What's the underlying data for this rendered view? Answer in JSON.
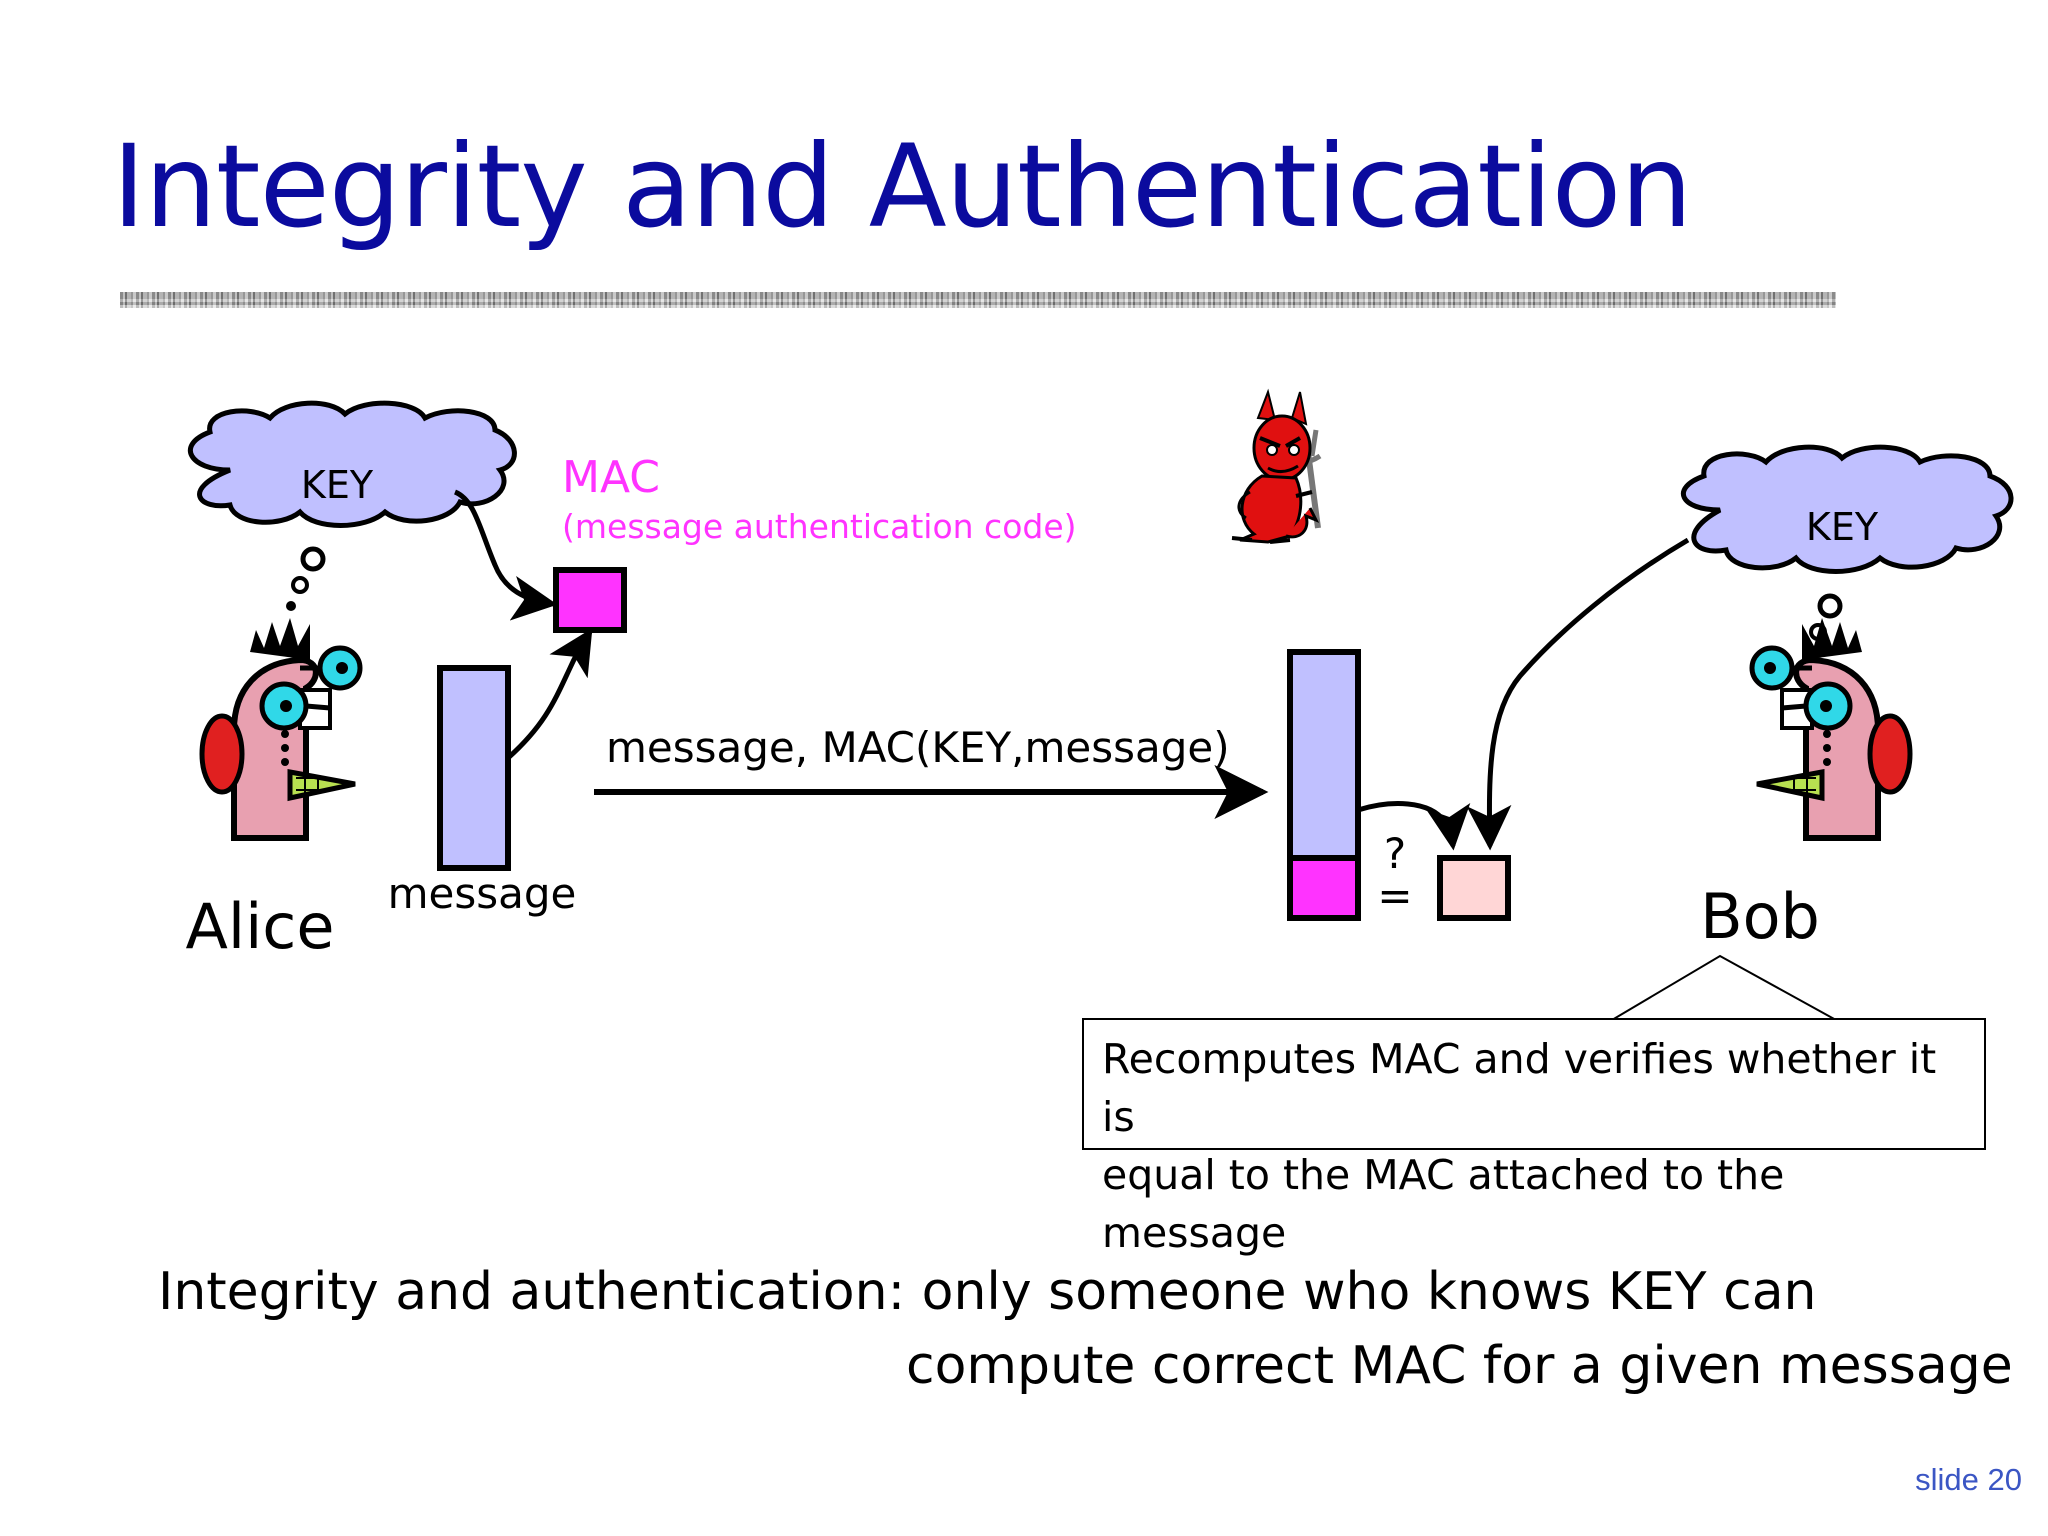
{
  "title": "Integrity and Authentication",
  "alice": {
    "name": "Alice",
    "thought": "KEY"
  },
  "bob": {
    "name": "Bob",
    "thought": "KEY"
  },
  "mac": {
    "label": "MAC",
    "description": "(message authentication code)"
  },
  "labels": {
    "message": "message",
    "transmission": "message, MAC(KEY,message)",
    "compare_top": "?",
    "compare_bottom": "="
  },
  "callout": {
    "line1": "Recomputes MAC and verifies whether it is",
    "line2": "equal to the MAC attached to the message"
  },
  "summary": {
    "line1": "Integrity and authentication: only someone who knows KEY can",
    "line2": "compute correct MAC for a given message"
  },
  "slide_number": "slide 20",
  "colors": {
    "title": "#0b0b9e",
    "mac": "#ff33ff",
    "message_block": "#c0c0ff",
    "cloud": "#c0c0ff",
    "recomputed_mac": "#ffd6d6",
    "devil": "#e01010",
    "slide_number": "#3b56c4"
  },
  "icons": [
    "alice-character-icon",
    "bob-character-icon",
    "devil-eavesdropper-icon",
    "thought-cloud-icon"
  ]
}
